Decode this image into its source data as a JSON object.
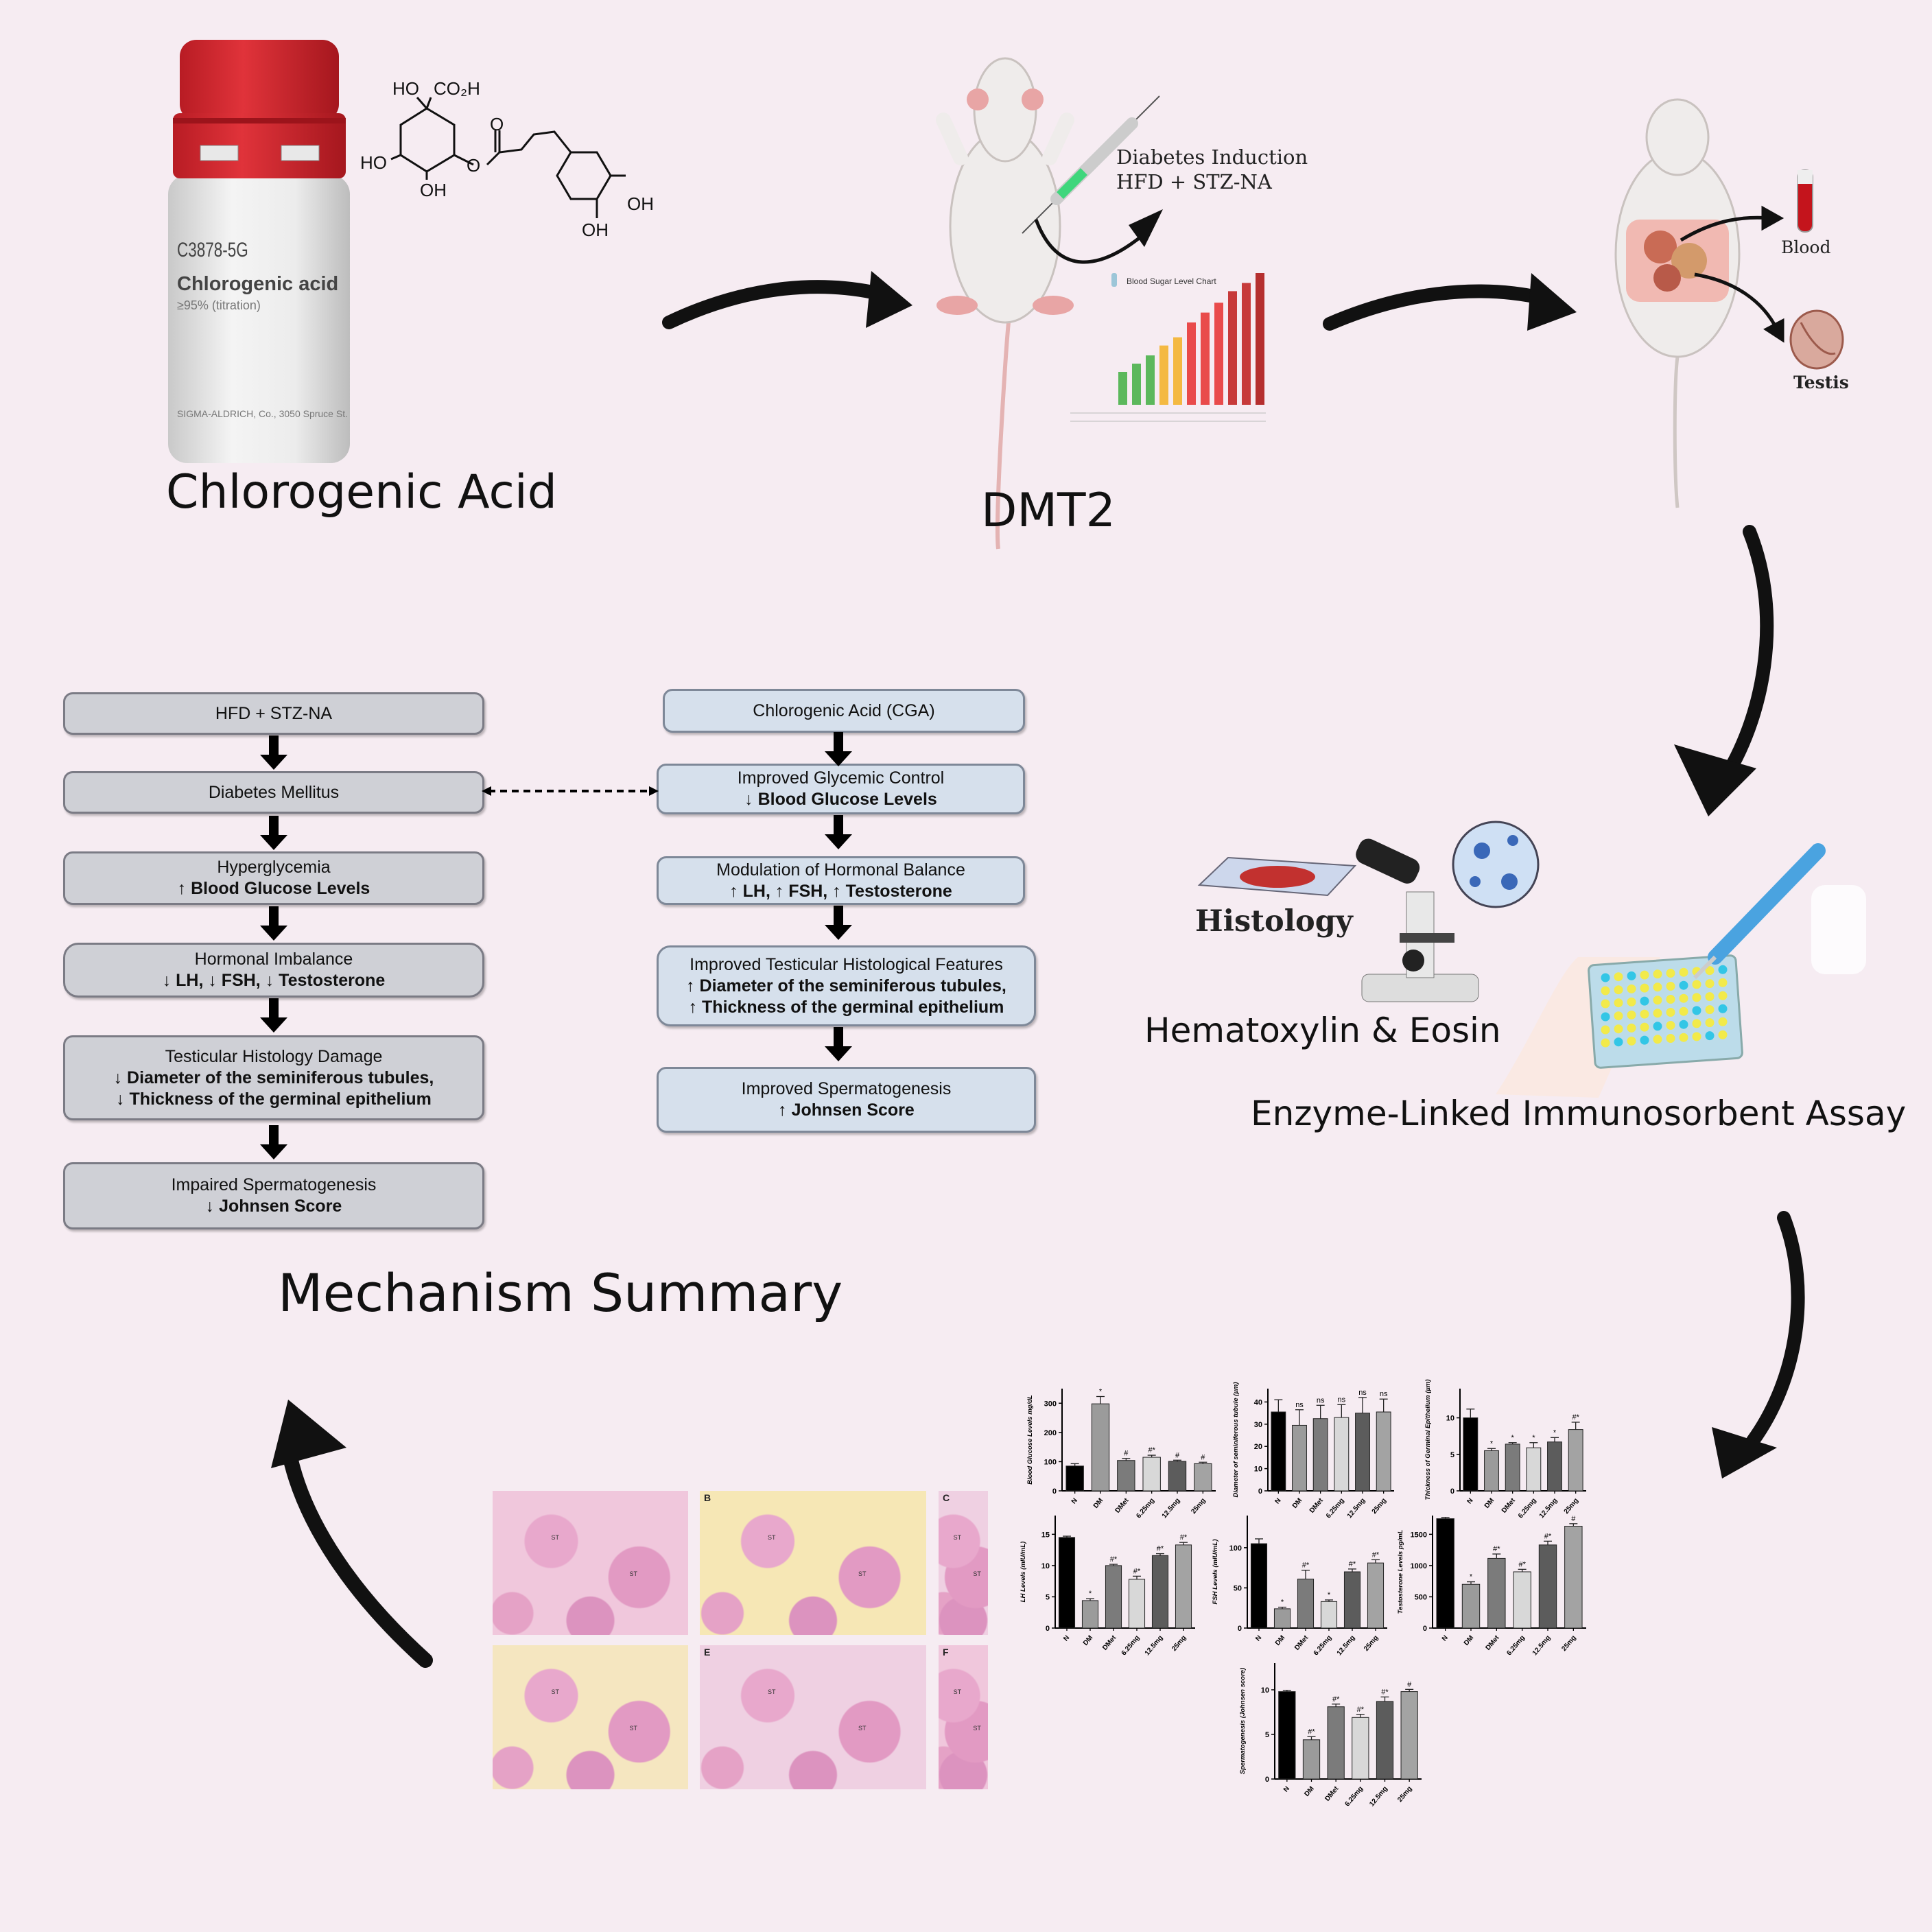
{
  "compound": {
    "label": "Chlorogenic Acid",
    "bottle": {
      "code": "C3878-5G",
      "name": "Chlorogenic acid",
      "purity": "≥95% (titration)",
      "maker": "SIGMA-ALDRICH, Co., 3050 Spruce St."
    },
    "structure_labels": [
      "HO",
      "CO₂H",
      "HO",
      "OH",
      "O",
      "O",
      "OH",
      "OH"
    ]
  },
  "model": {
    "label": "DMT2",
    "induction_title": "Diabetes Induction",
    "induction_method": "HFD + STZ-NA",
    "mini_chart_title": "Blood Sugar Level Chart"
  },
  "samples": {
    "blood_label": "Blood",
    "testis_label": "Testis"
  },
  "assays": {
    "histology_label": "Histology",
    "stain_label": "Hematoxylin & Eosin",
    "elisa_label": "Enzyme-Linked Immunosorbent Assay"
  },
  "mechanism": {
    "title": "Mechanism Summary",
    "left": [
      {
        "line1": "HFD + STZ-NA"
      },
      {
        "line1": "Diabetes Mellitus"
      },
      {
        "line1": "Hyperglycemia",
        "line2": "↑ Blood Glucose Levels"
      },
      {
        "line1": "Hormonal Imbalance",
        "line2": "↓ LH, ↓ FSH, ↓ Testosterone"
      },
      {
        "line1": "Testicular Histology Damage",
        "line2": "↓ Diameter of the seminiferous tubules,",
        "line3": "↓ Thickness of the germinal epithelium"
      },
      {
        "line1": "Impaired Spermatogenesis",
        "line2": "↓ Johnsen Score"
      }
    ],
    "right": [
      {
        "line1": "Chlorogenic Acid (CGA)"
      },
      {
        "line1": "Improved Glycemic Control",
        "line2": "↓ Blood Glucose Levels"
      },
      {
        "line1": "Modulation of Hormonal Balance",
        "line2": "↑ LH, ↑ FSH, ↑ Testosterone"
      },
      {
        "line1": "Improved Testicular Histological Features",
        "line2": "↑ Diameter of the seminiferous tubules,",
        "line3": "↑ Thickness of the germinal epithelium"
      },
      {
        "line1": "Improved Spermatogenesis",
        "line2": "↑ Johnsen Score"
      }
    ]
  },
  "histology_panels": {
    "letters": [
      "",
      "B",
      "C",
      "",
      "E",
      "F"
    ],
    "tubule_label": "ST"
  },
  "colors": {
    "background": "#f6ecf2",
    "cap_red": "#d7282f",
    "left_box": "#cfd0d6",
    "right_box": "#d6e0ec",
    "bar_colors": [
      "#000000",
      "#9b9b9b",
      "#7b7b7b",
      "#d8d8d8",
      "#5c5c5c",
      "#a3a3a3"
    ]
  },
  "chart_data": [
    {
      "type": "bar",
      "ylabel": "Blood Glucose Levels mg/dL",
      "categories": [
        "N",
        "DM",
        "DMet",
        "6.25mg",
        "12.5mg",
        "25mg"
      ],
      "values": [
        85,
        298,
        104,
        115,
        101,
        93
      ],
      "errors": [
        8,
        25,
        7,
        7,
        4,
        5
      ],
      "annotations": [
        "",
        "*",
        "#",
        "#*",
        "#",
        "#"
      ],
      "ylim": [
        0,
        350
      ],
      "yticks": [
        0,
        100,
        200,
        300
      ]
    },
    {
      "type": "bar",
      "ylabel": "Diameter of seminiferous tubule (µm)",
      "categories": [
        "N",
        "DM",
        "DMet",
        "6.25mg",
        "12.5mg",
        "25mg"
      ],
      "values": [
        35.5,
        29.5,
        32.5,
        33,
        35,
        35.5
      ],
      "errors": [
        5.5,
        7,
        6,
        5.8,
        7,
        5.8
      ],
      "annotations": [
        "",
        "ns",
        "ns",
        "ns",
        "ns",
        "ns"
      ],
      "ylim": [
        0,
        46
      ],
      "yticks": [
        0,
        10,
        20,
        30,
        40
      ]
    },
    {
      "type": "bar",
      "ylabel": "Thickness of Germinal Epithelium (µm)",
      "categories": [
        "N",
        "DM",
        "DMet",
        "6.25mg",
        "12.5mg",
        "25mg"
      ],
      "values": [
        10,
        5.5,
        6.4,
        5.9,
        6.7,
        8.4
      ],
      "errors": [
        1.2,
        0.3,
        0.2,
        0.7,
        0.6,
        1
      ],
      "annotations": [
        "",
        "*",
        "*",
        "*",
        "*",
        "#*"
      ],
      "ylim": [
        0,
        14
      ],
      "yticks": [
        0,
        5,
        10
      ]
    },
    {
      "type": "bar",
      "ylabel": "LH Levels (mIU/mL)",
      "categories": [
        "N",
        "DM",
        "DMet",
        "6.25mg",
        "12.5mg",
        "25mg"
      ],
      "values": [
        14.5,
        4.4,
        10,
        7.8,
        11.6,
        13.3
      ],
      "errors": [
        0.2,
        0.3,
        0.2,
        0.5,
        0.3,
        0.4
      ],
      "annotations": [
        "",
        "*",
        "#*",
        "#*",
        "#*",
        "#*"
      ],
      "ylim": [
        0,
        18
      ],
      "yticks": [
        0,
        5,
        10,
        15
      ]
    },
    {
      "type": "bar",
      "ylabel": "FSH Levels (mIU/mL)",
      "categories": [
        "N",
        "DM",
        "DMet",
        "6.25mg",
        "12.5mg",
        "25mg"
      ],
      "values": [
        105,
        24,
        61,
        33,
        70,
        81
      ],
      "errors": [
        6,
        2,
        11,
        2,
        3.5,
        4
      ],
      "annotations": [
        "",
        "*",
        "#*",
        "*",
        "#*",
        "#*"
      ],
      "ylim": [
        0,
        140
      ],
      "yticks": [
        0,
        50,
        100
      ]
    },
    {
      "type": "bar",
      "ylabel": "Testosterone Levels pg/mL",
      "categories": [
        "N",
        "DM",
        "DMet",
        "6.25mg",
        "12.5mg",
        "25mg"
      ],
      "values": [
        1750,
        700,
        1115,
        900,
        1330,
        1630
      ],
      "errors": [
        20,
        40,
        70,
        40,
        60,
        40
      ],
      "annotations": [
        "",
        "*",
        "#*",
        "#*",
        "#*",
        "#"
      ],
      "ylim": [
        0,
        1800
      ],
      "yticks": [
        0,
        500,
        1000,
        1500
      ]
    },
    {
      "type": "bar",
      "ylabel": "Spermatogenesis (Johnsen score)",
      "categories": [
        "N",
        "DM",
        "DMet",
        "6.25mg",
        "12.5mg",
        "25mg"
      ],
      "values": [
        9.8,
        4.4,
        8.1,
        6.9,
        8.7,
        9.8
      ],
      "errors": [
        0.15,
        0.35,
        0.3,
        0.35,
        0.5,
        0.25
      ],
      "annotations": [
        "",
        "#*",
        "#*",
        "#*",
        "#*",
        "#"
      ],
      "ylim": [
        0,
        13
      ],
      "yticks": [
        0,
        5,
        10
      ]
    }
  ]
}
